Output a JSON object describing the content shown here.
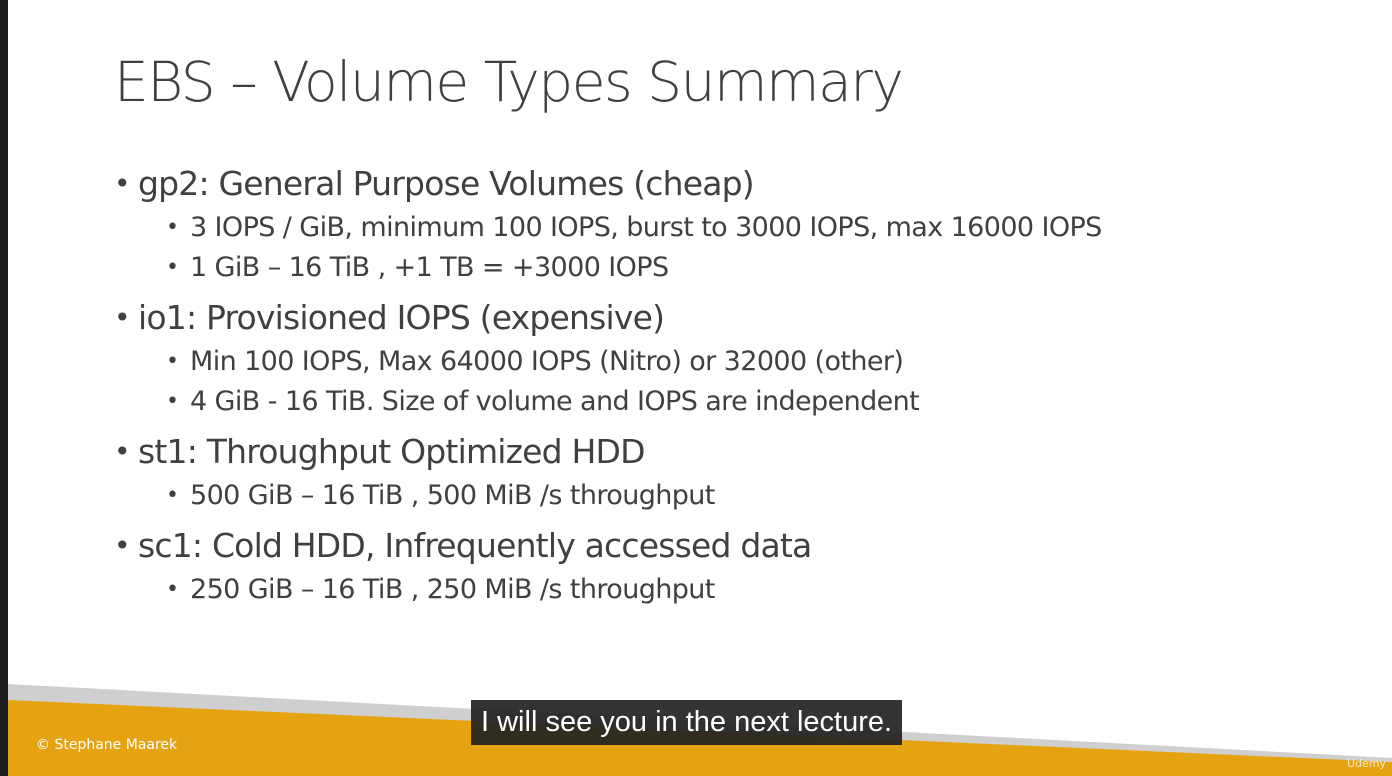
{
  "slide": {
    "title": "EBS – Volume Types Summary",
    "items": [
      {
        "label": "gp2: General Purpose Volumes (cheap)",
        "subitems": [
          "3 IOPS / GiB, minimum 100 IOPS, burst to 3000 IOPS, max 16000 IOPS",
          "1 GiB – 16 TiB , +1 TB = +3000 IOPS"
        ]
      },
      {
        "label": "io1: Provisioned IOPS (expensive)",
        "subitems": [
          "Min 100 IOPS, Max 64000 IOPS (Nitro) or 32000 (other)",
          "4 GiB  - 16 TiB.  Size of volume and IOPS are independent"
        ]
      },
      {
        "label": "st1: Throughput Optimized HDD",
        "subitems": [
          "500 GiB – 16 TiB , 500 MiB /s throughput"
        ]
      },
      {
        "label": "sc1: Cold HDD, Infrequently accessed data",
        "subitems": [
          "250 GiB – 16 TiB , 250 MiB /s throughput"
        ]
      }
    ],
    "footer": {
      "copyright": "© Stephane Maarek"
    }
  },
  "player": {
    "subtitle": "I will see you in the next lecture.",
    "watermark": "Udemy"
  },
  "colors": {
    "footer_orange": "#e8a317",
    "footer_gray": "#c8c8c8",
    "text": "#404040",
    "caption_bg": "#222222"
  }
}
